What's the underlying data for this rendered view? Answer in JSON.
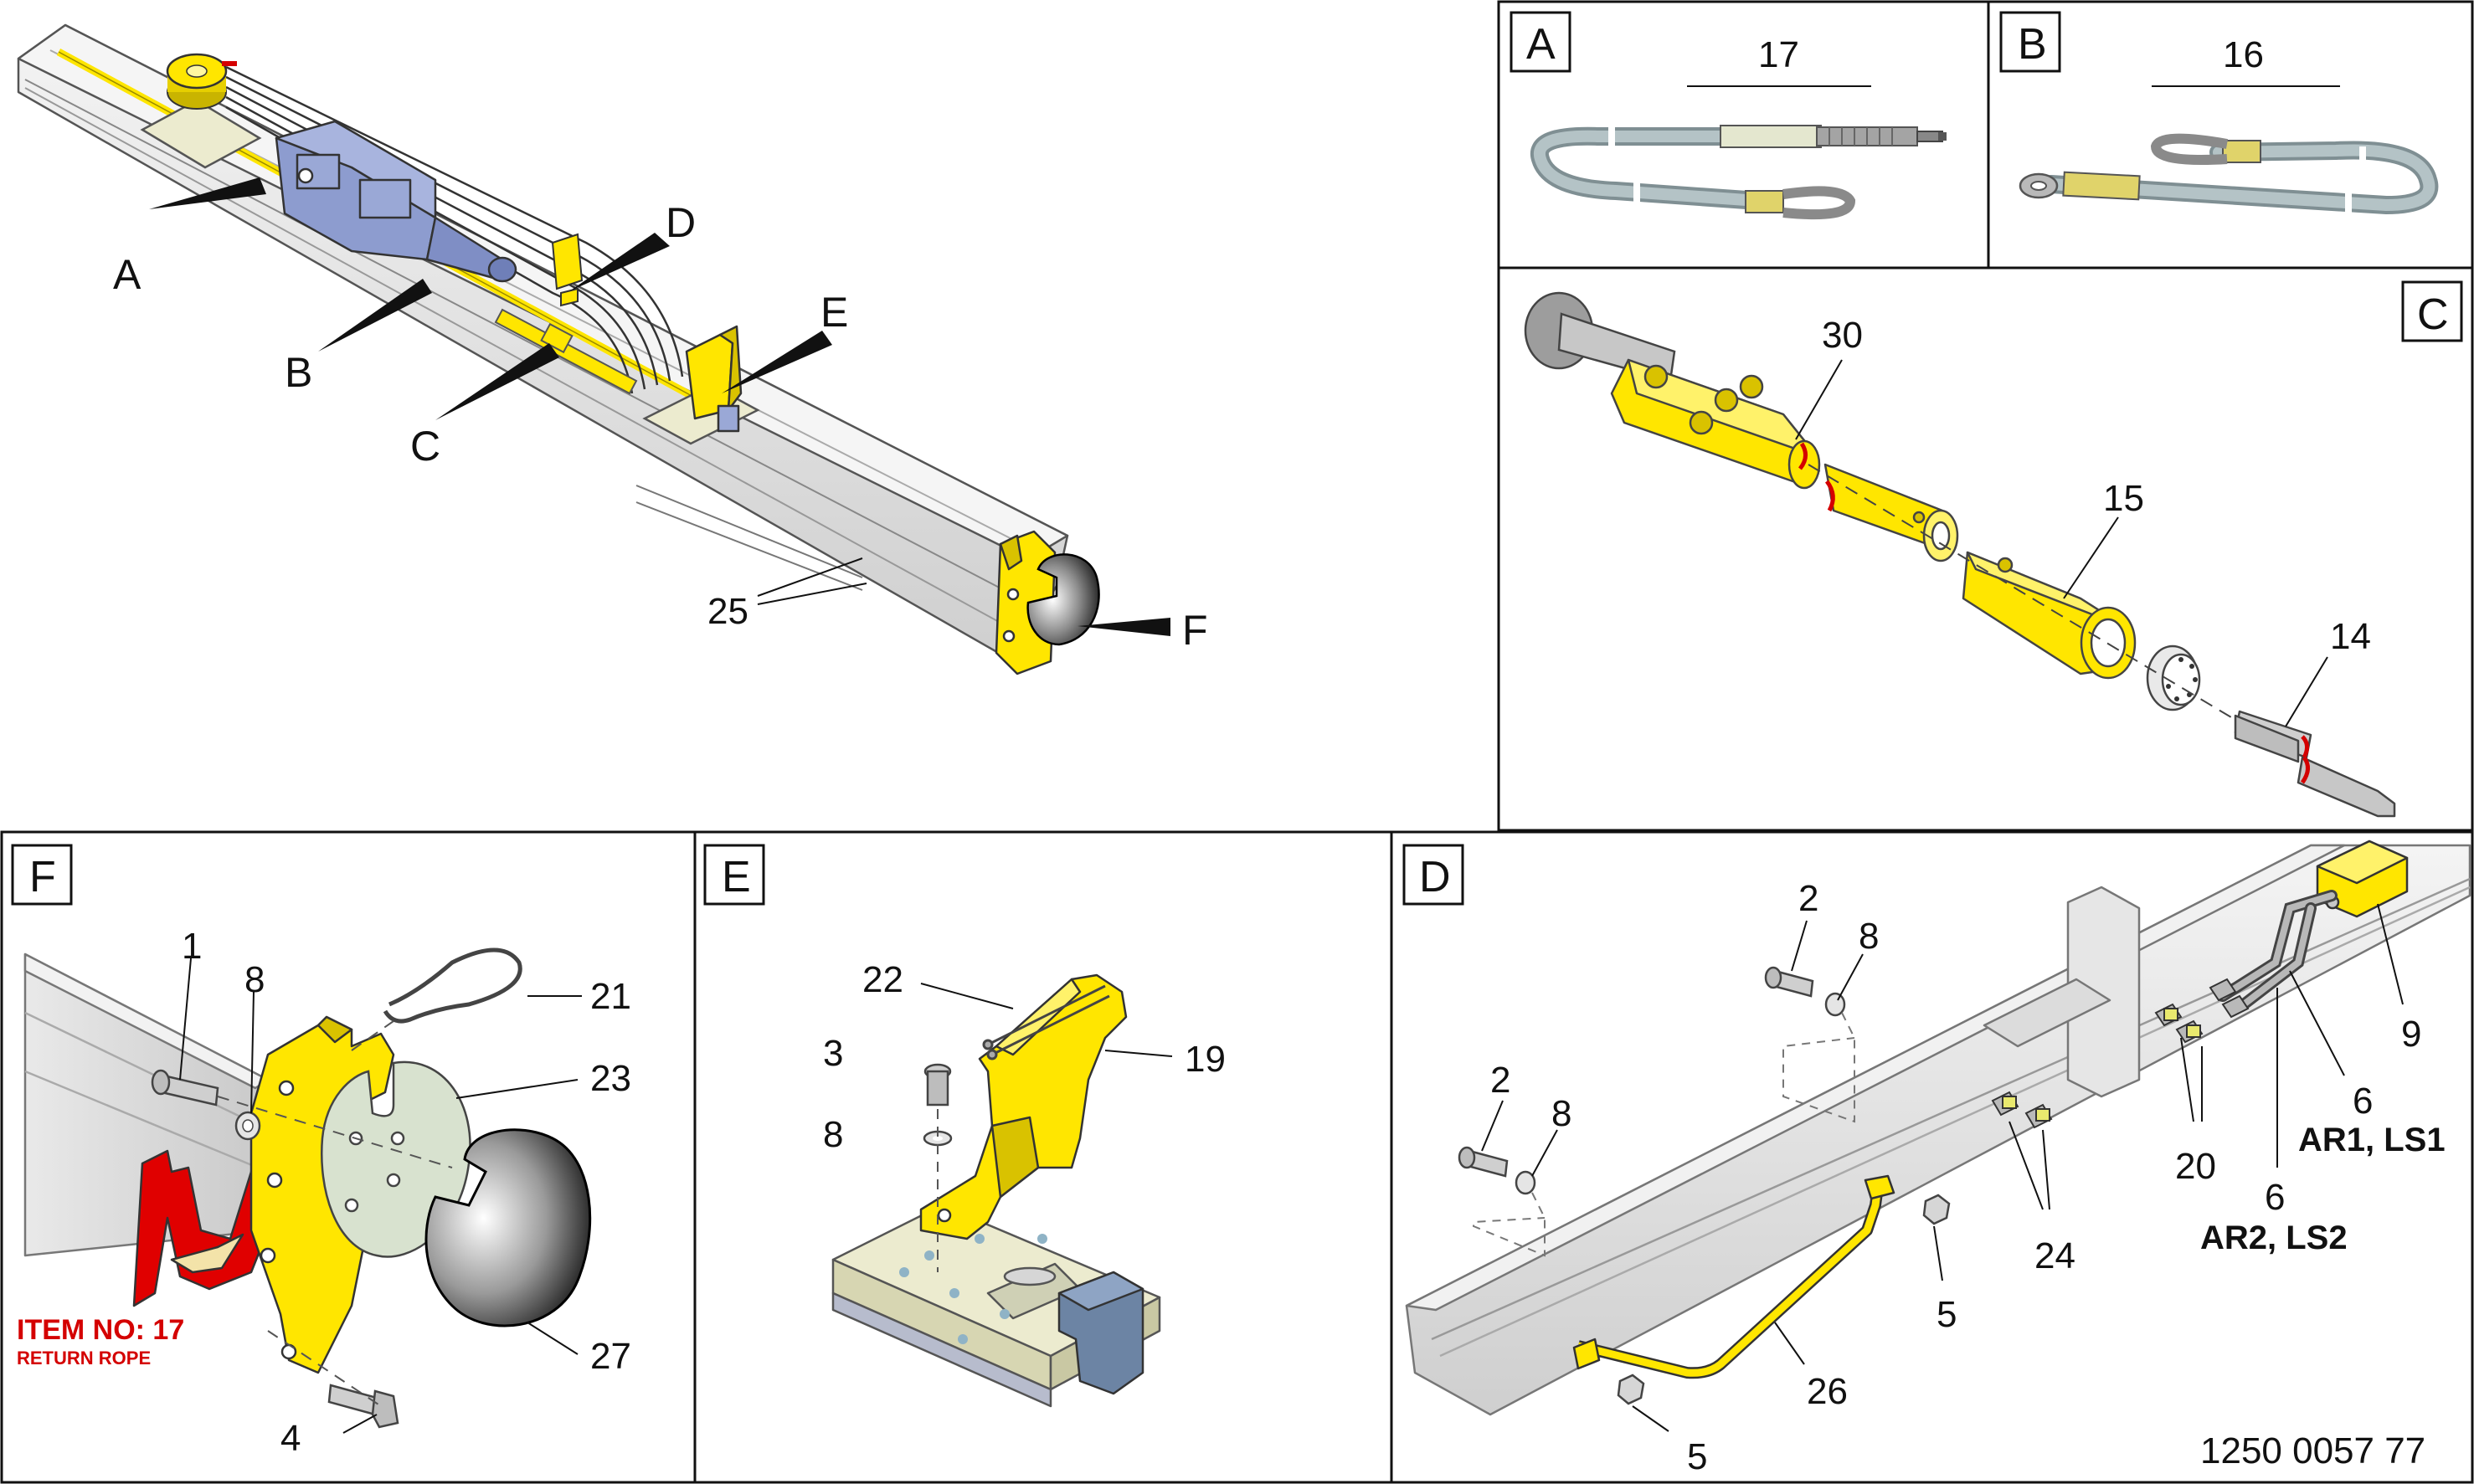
{
  "overview": {
    "callouts": {
      "a": "A",
      "b": "B",
      "c": "C",
      "d": "D",
      "e": "E",
      "f": "F"
    },
    "part_25": "25"
  },
  "panel_a": {
    "letter": "A",
    "part": "17"
  },
  "panel_b": {
    "letter": "B",
    "part": "16"
  },
  "panel_c": {
    "letter": "C",
    "parts": {
      "p30": "30",
      "p15": "15",
      "p14": "14"
    }
  },
  "panel_f": {
    "letter": "F",
    "parts": {
      "p1": "1",
      "p8": "8",
      "p21": "21",
      "p23": "23",
      "p27": "27",
      "p4": "4"
    },
    "item_title": "ITEM NO: 17",
    "item_subtitle": "RETURN ROPE"
  },
  "panel_e": {
    "letter": "E",
    "parts": {
      "p22": "22",
      "p19": "19",
      "p3": "3",
      "p8": "8"
    }
  },
  "panel_d": {
    "letter": "D",
    "parts": {
      "p2a": "2",
      "p8a": "8",
      "p2b": "2",
      "p8b": "8",
      "p9": "9",
      "p6a": "6",
      "p6b": "6",
      "p20": "20",
      "p24": "24",
      "p5a": "5",
      "p5b": "5",
      "p26": "26"
    },
    "note_ar1": "AR1, LS1",
    "note_ar2": "AR2, LS2"
  },
  "document_number": "1250 0057 77",
  "colors": {
    "yellow": "#ffe600",
    "red": "#e00000",
    "motor_blue": "#8d9ccf",
    "rail_grey": "#e3e3e3",
    "rope_grey": "#a9b6b8",
    "guide_blue": "#6c84a4",
    "sled_cream": "#ecebcf"
  }
}
